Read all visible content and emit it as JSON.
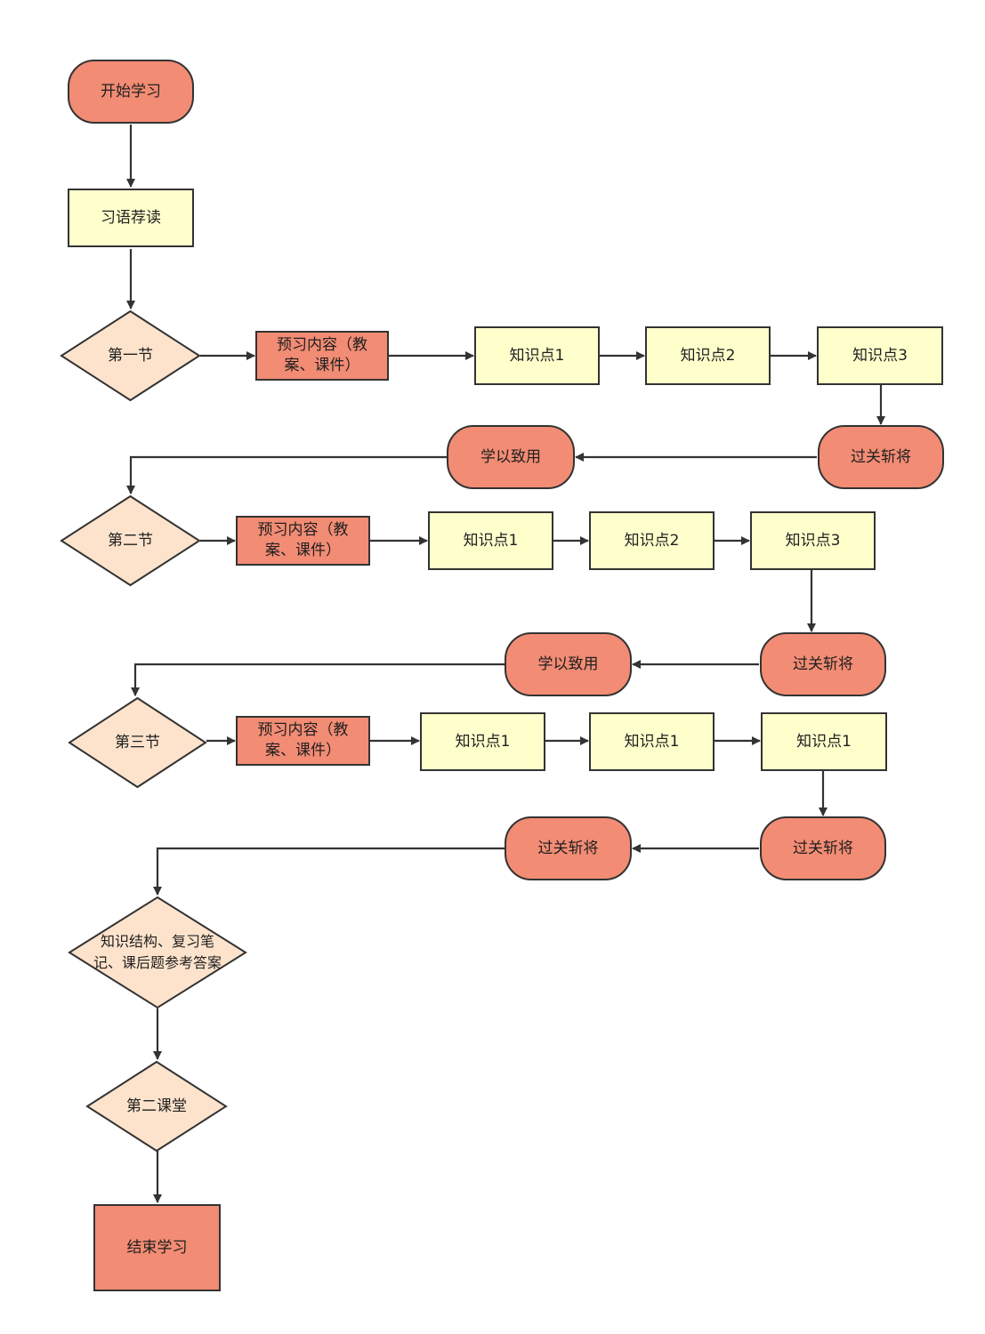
{
  "colors": {
    "terminal_fill": "#f28c74",
    "process_fill": "#ffffcc",
    "decision_fill": "#fde3cc",
    "stroke": "#333333"
  },
  "nodes": {
    "start": "开始学习",
    "idiom_reading": "习语荐读",
    "section1": "第一节",
    "s1_preview": "预习内容（教\n案、课件）",
    "s1_kp1": "知识点1",
    "s1_kp2": "知识点2",
    "s1_kp3": "知识点3",
    "s1_challenge": "过关斩将",
    "s1_apply": "学以致用",
    "section2": "第二节",
    "s2_preview": "预习内容（教\n案、课件）",
    "s2_kp1": "知识点1",
    "s2_kp2": "知识点2",
    "s2_kp3": "知识点3",
    "s2_challenge": "过关斩将",
    "s2_apply": "学以致用",
    "section3": "第三节",
    "s3_preview": "预习内容（教\n案、课件）",
    "s3_kp1": "知识点1",
    "s3_kp2": "知识点1",
    "s3_kp3": "知识点1",
    "s3_challenge_right": "过关斩将",
    "s3_challenge_left": "过关斩将",
    "summary": "知识结构、复习笔\n记、课后题参考答案",
    "second_class": "第二课堂",
    "end": "结束学习"
  }
}
